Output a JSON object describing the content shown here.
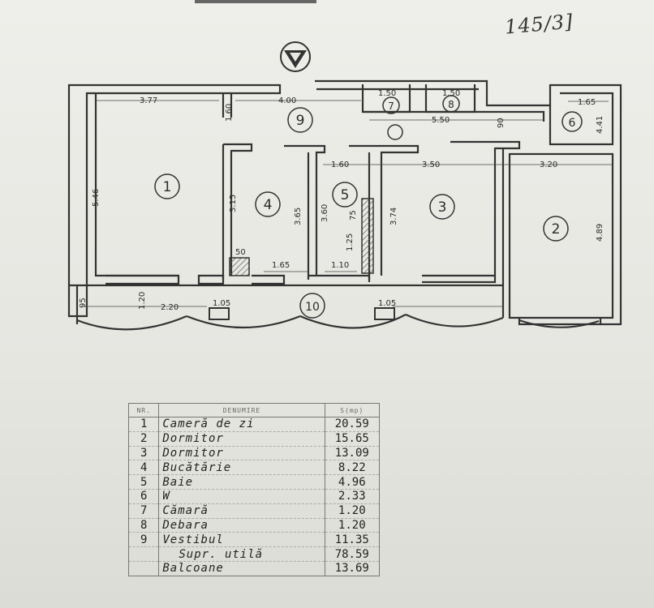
{
  "header_note": "145/3]",
  "plan": {
    "dimensions": {
      "d377": "3.77",
      "d400": "4.00",
      "d150a": "1.50",
      "d150b": "1.50",
      "d165": "1.65",
      "d550": "5.50",
      "d160top": "1.60",
      "d90": "90",
      "d441": "4.41",
      "d546": "5.46",
      "d315": "3.15",
      "d365": "3.65",
      "d360": "3.60",
      "d160mid": "1.60",
      "d350": "3.50",
      "d320": "3.20",
      "d374": "3.74",
      "d75": "75",
      "d125": "1.25",
      "d50": "50",
      "d165b": "1.65",
      "d110": "1.10",
      "d489": "4.89",
      "d95": "95",
      "d120": "1.20",
      "d220": "2.20",
      "d105a": "1.05",
      "d105b": "1.05"
    },
    "room_numbers": {
      "r1": "1",
      "r2": "2",
      "r3": "3",
      "r4": "4",
      "r5": "5",
      "r6": "6",
      "r7": "7",
      "r8": "8",
      "r9": "9",
      "r10": "10"
    }
  },
  "legend": {
    "columns": [
      "NR.",
      "DENUMIRE",
      "S(mp)"
    ],
    "rows": [
      {
        "nr": "1",
        "name": "Cameră de zi",
        "area": "20.59"
      },
      {
        "nr": "2",
        "name": "Dormitor",
        "area": "15.65"
      },
      {
        "nr": "3",
        "name": "Dormitor",
        "area": "13.09"
      },
      {
        "nr": "4",
        "name": "Bucătărie",
        "area": "8.22"
      },
      {
        "nr": "5",
        "name": "Baie",
        "area": "4.96"
      },
      {
        "nr": "6",
        "name": "W",
        "area": "2.33"
      },
      {
        "nr": "7",
        "name": "Cămară",
        "area": "1.20"
      },
      {
        "nr": "8",
        "name": "Debara",
        "area": "1.20"
      },
      {
        "nr": "9",
        "name": "Vestibul",
        "area": "11.35"
      },
      {
        "nr": "",
        "name": "Supr. utilă",
        "area": "78.59"
      },
      {
        "nr": "",
        "name": "Balcoane",
        "area": "13.69"
      }
    ]
  },
  "colors": {
    "paper": "#e9e9e4",
    "ink": "#333333",
    "hatch": "#555555"
  }
}
